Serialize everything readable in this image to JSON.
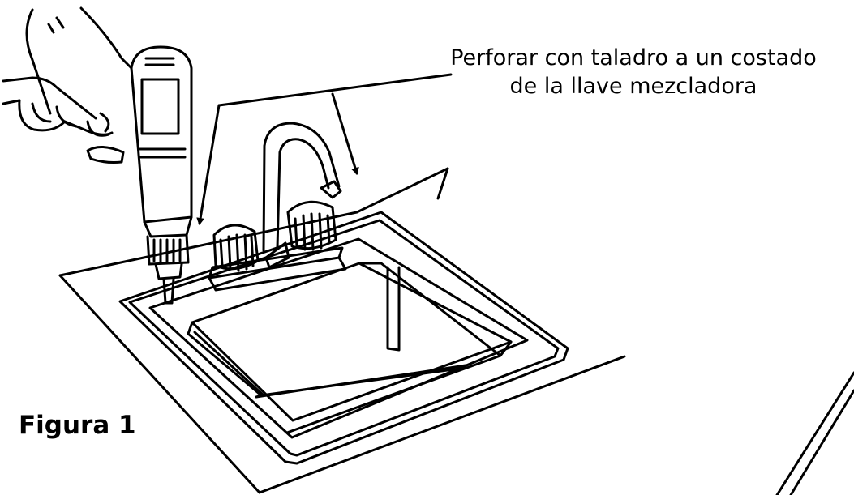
{
  "annotation": {
    "line_1": "Perforar con taladro a un costado",
    "line_2": "de la llave mezcladora"
  },
  "figure_label": "Figura 1",
  "colors": {
    "ink": "#000000",
    "paper": "#ffffff"
  },
  "icons": [
    "drill-icon",
    "hand-icon",
    "faucet-icon",
    "sink-icon",
    "arrow-icon"
  ]
}
